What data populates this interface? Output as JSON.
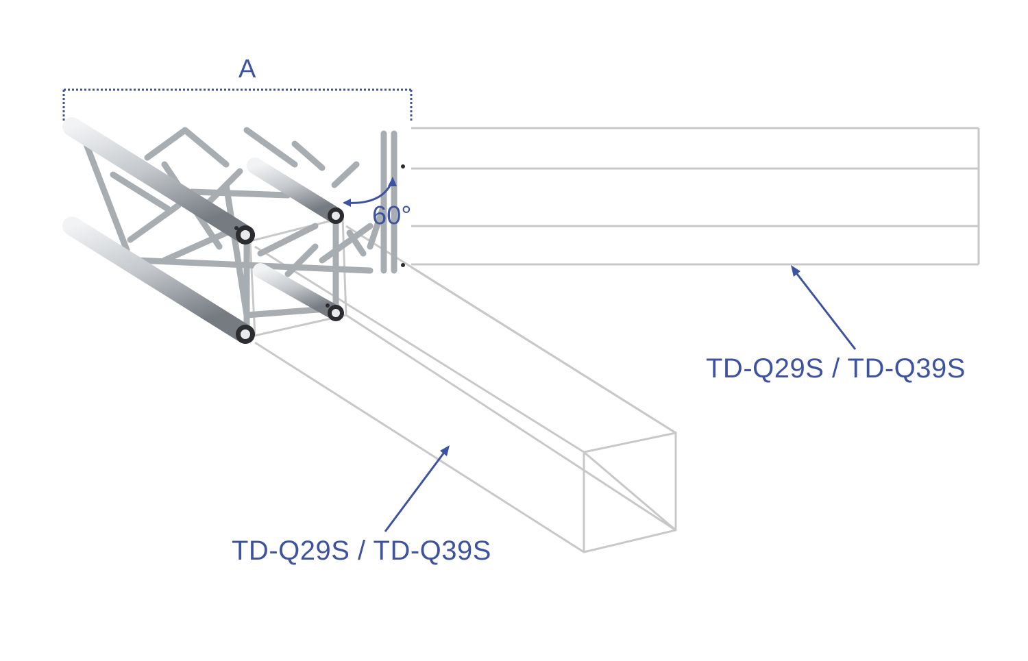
{
  "diagram": {
    "dimension_label": "A",
    "angle_label": "60°",
    "reference_labels": [
      {
        "text": "TD-Q29S / TD-Q39S"
      },
      {
        "text": "TD-Q29S / TD-Q39S"
      }
    ],
    "colors": {
      "annotation": "#3d52a0",
      "outline": "#c8c8c8",
      "tube_light": "#eceef0",
      "tube_mid": "#b4b8bd",
      "tube_dark": "#6e737a"
    }
  }
}
